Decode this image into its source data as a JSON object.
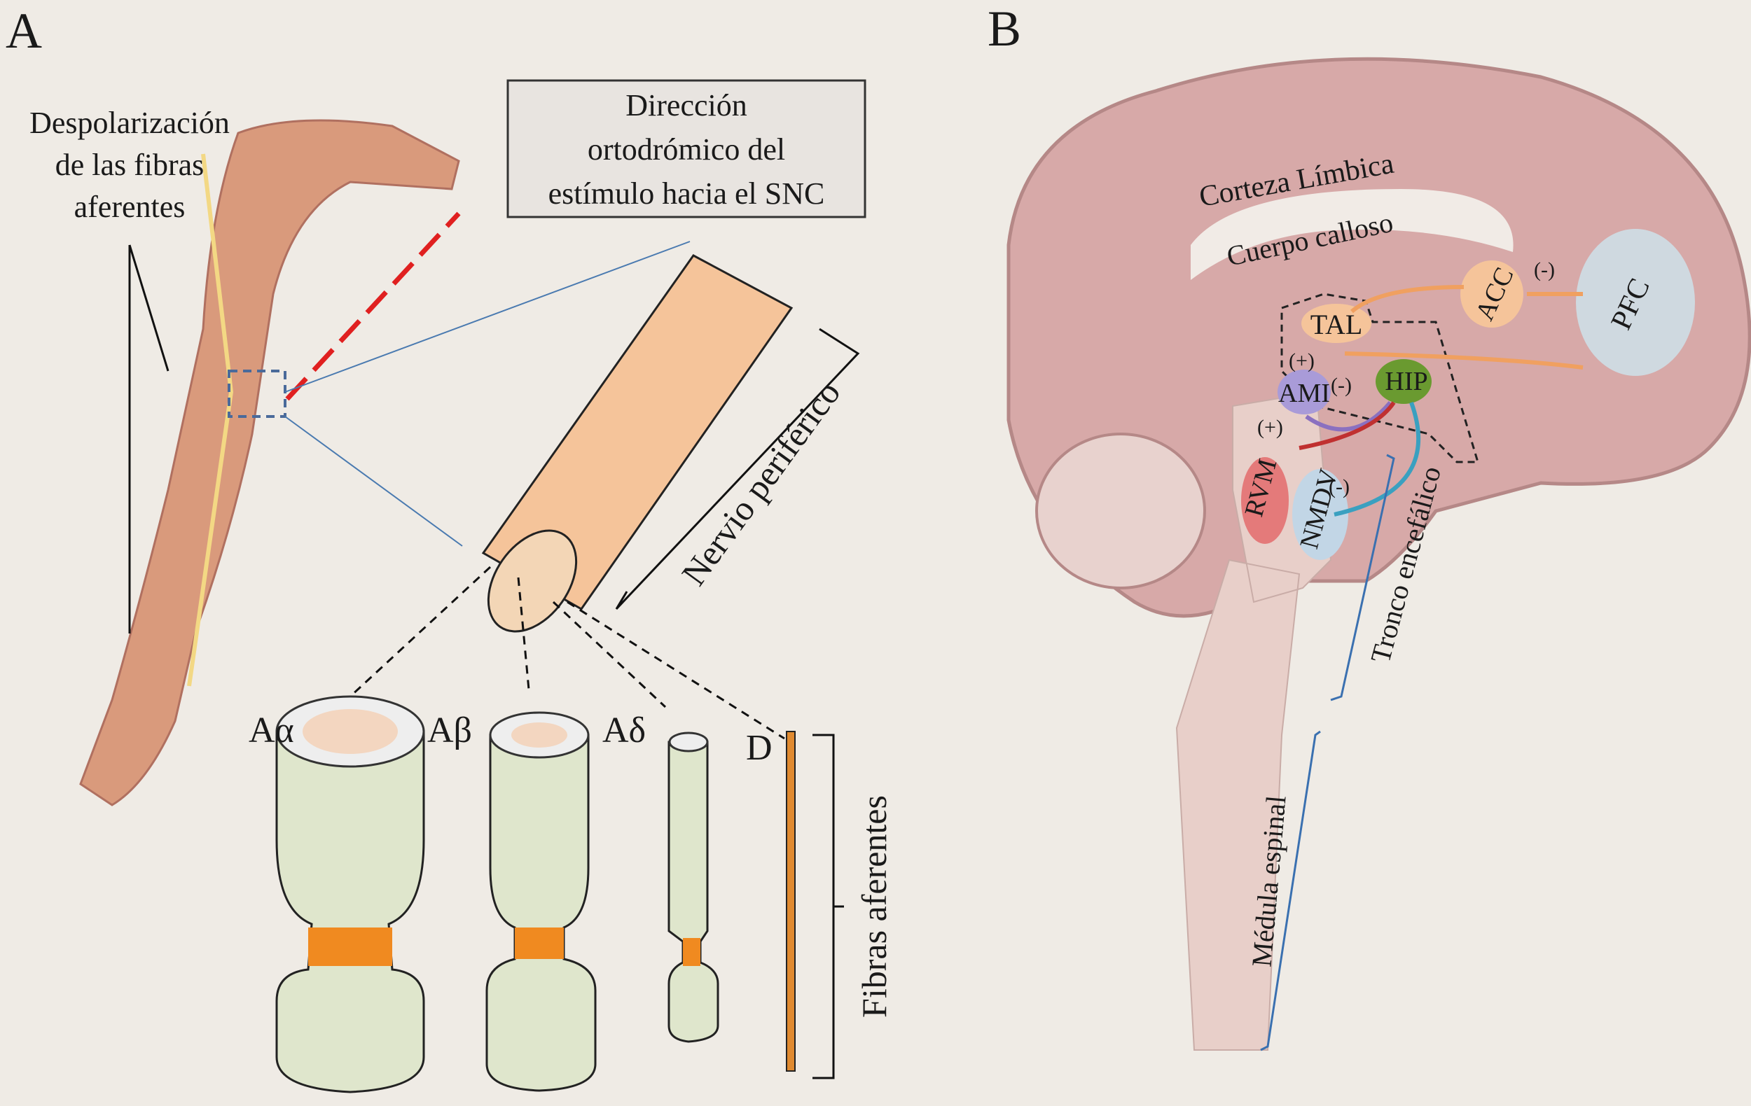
{
  "panel_a": {
    "letter": "A",
    "depol": [
      "Despolarización",
      "de las fibras",
      "aferentes"
    ],
    "box": [
      "Dirección",
      "ortodrómico  del",
      "estímulo hacia el SNC"
    ],
    "nerve": "Nervio periférico",
    "fibers": [
      "Aα",
      "Aβ",
      "Aδ",
      "D"
    ],
    "afferent": "Fibras aferentes"
  },
  "panel_b": {
    "letter": "B",
    "cortex": "Corteza Límbica",
    "corpus": "Cuerpo calloso",
    "regions": [
      "TAL",
      "ACC",
      "PFC",
      "AMI",
      "HIP",
      "RVM",
      "NMDV"
    ],
    "signs": [
      "(-)",
      "(+)",
      "(-)",
      "(+)",
      "(-)"
    ],
    "brainstem": "Tronco encefálico",
    "spinal": "Médula espinal"
  },
  "colors": {
    "orange": "#f0a060",
    "green": "#dfe6cc",
    "purple": "#8a70c0",
    "teal": "#3aa0c0",
    "red": "#c03030",
    "hip": "#6a9a30"
  }
}
